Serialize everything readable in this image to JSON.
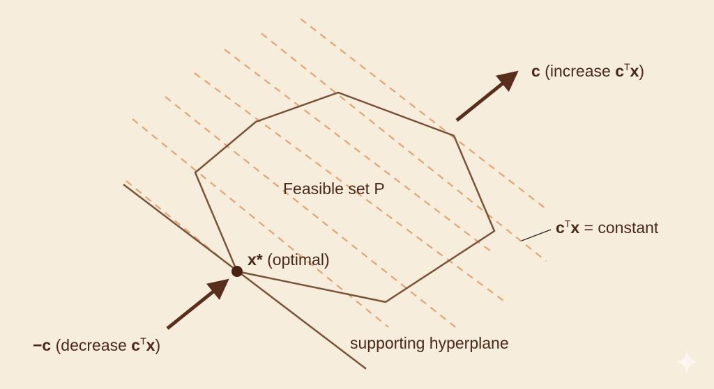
{
  "colors": {
    "background": "#f6eddc",
    "polygon": "#7a5238",
    "dashed": "#e2a474",
    "arrow": "#5a2e1c",
    "text": "#4a2818"
  },
  "labels": {
    "feasible_set": "Feasible set P",
    "optimal_var": "x*",
    "optimal_text": "(optimal)",
    "c_var": "c",
    "c_text_open": "(increase",
    "c_text_c": "c",
    "c_text_sup": "T",
    "c_text_x": "x",
    "c_text_close": ")",
    "neg_c_var": "−c",
    "neg_c_text_open": "(decrease",
    "neg_c_text_c": "c",
    "neg_c_text_sup": "T",
    "neg_c_text_x": "x",
    "neg_c_text_close": ")",
    "level_c": "c",
    "level_sup": "T",
    "level_x": "x",
    "level_rest": "= constant",
    "hyperplane": "supporting hyperplane"
  }
}
